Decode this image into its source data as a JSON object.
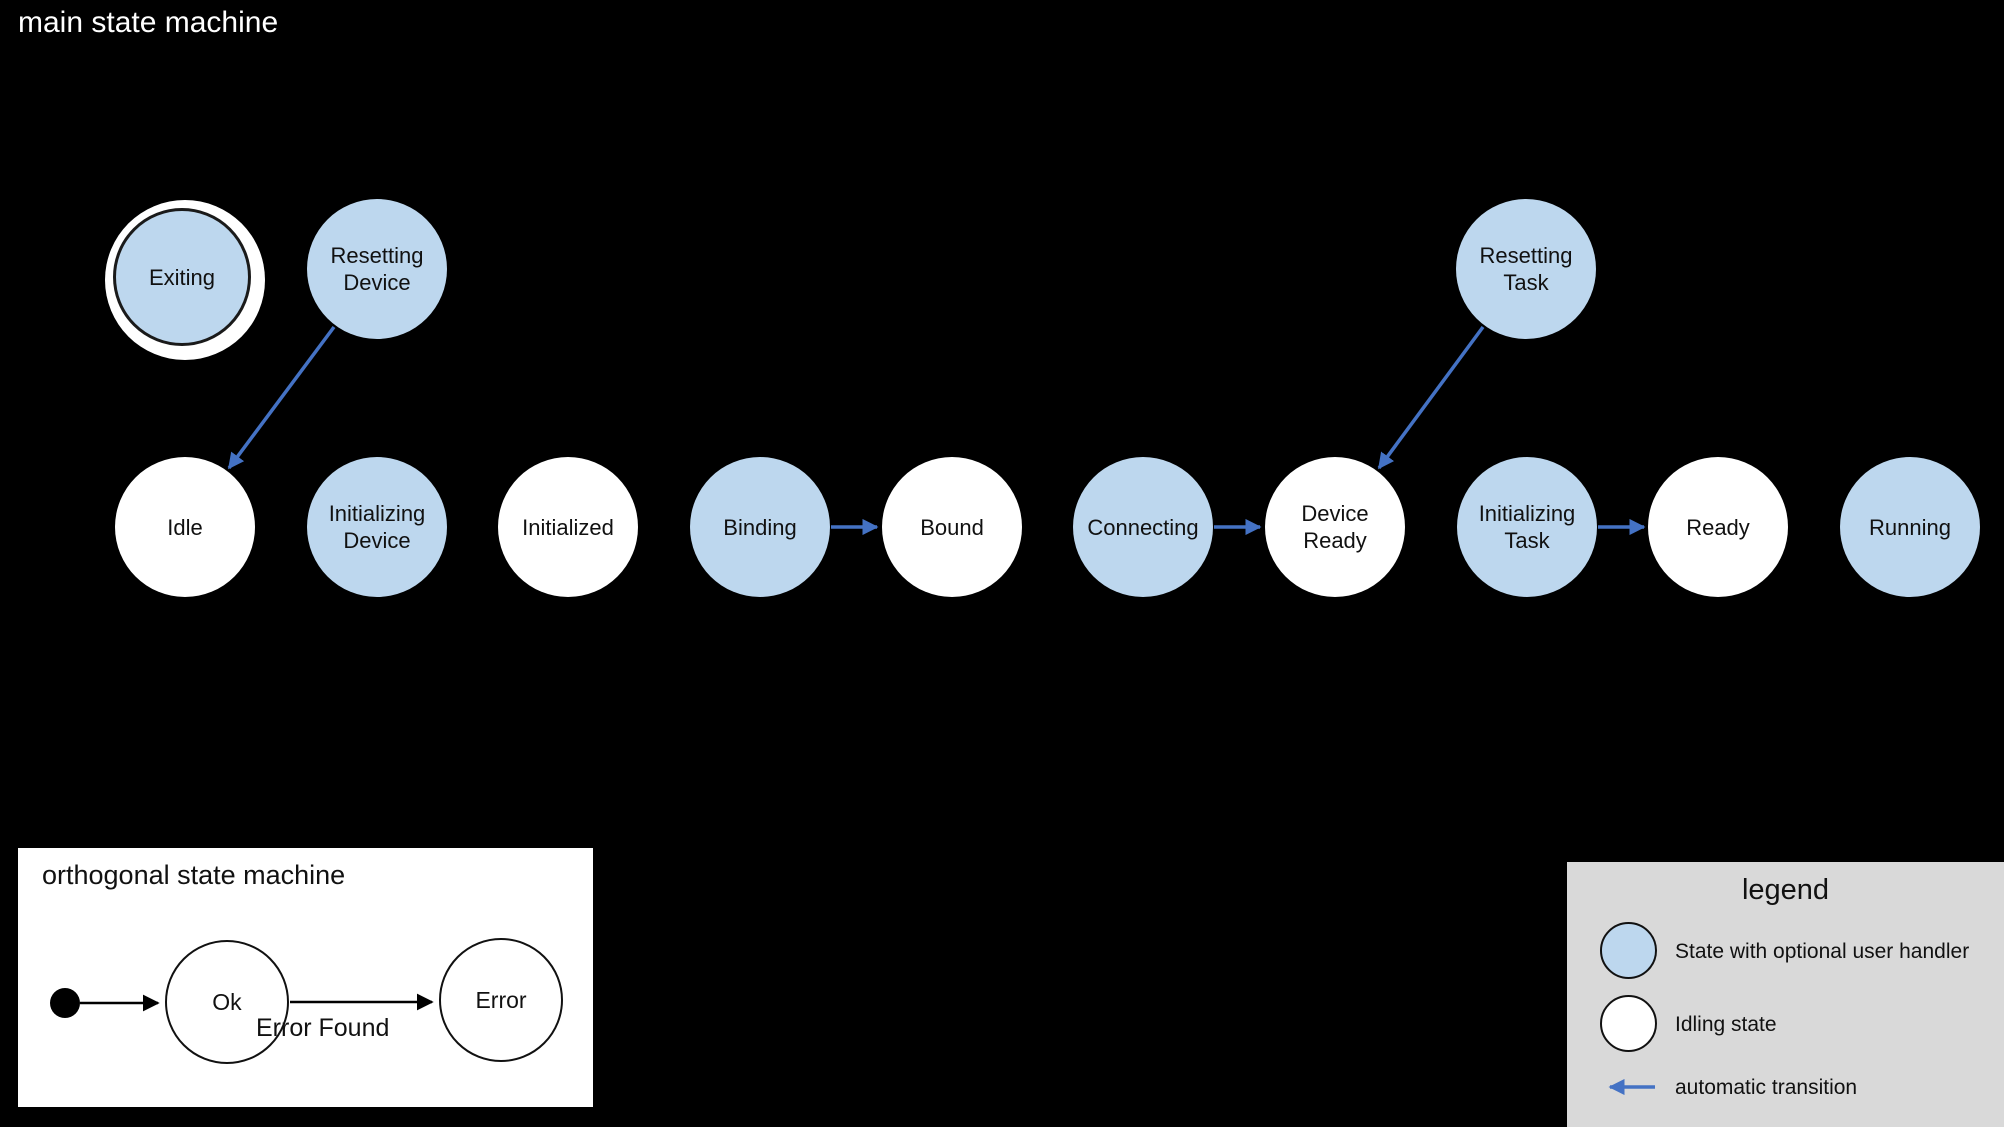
{
  "main": {
    "title": "main state machine",
    "states": [
      {
        "id": "exiting",
        "label": "Exiting",
        "kind": "handler",
        "final": true
      },
      {
        "id": "resetting-device",
        "label": "Resetting\nDevice",
        "kind": "handler"
      },
      {
        "id": "resetting-task",
        "label": "Resetting\nTask",
        "kind": "handler"
      },
      {
        "id": "idle",
        "label": "Idle",
        "kind": "idling"
      },
      {
        "id": "initializing-device",
        "label": "Initializing\nDevice",
        "kind": "handler"
      },
      {
        "id": "initialized",
        "label": "Initialized",
        "kind": "idling"
      },
      {
        "id": "binding",
        "label": "Binding",
        "kind": "handler"
      },
      {
        "id": "bound",
        "label": "Bound",
        "kind": "idling"
      },
      {
        "id": "connecting",
        "label": "Connecting",
        "kind": "handler"
      },
      {
        "id": "device-ready",
        "label": "Device\nReady",
        "kind": "idling"
      },
      {
        "id": "initializing-task",
        "label": "Initializing\nTask",
        "kind": "handler"
      },
      {
        "id": "ready",
        "label": "Ready",
        "kind": "idling"
      },
      {
        "id": "running",
        "label": "Running",
        "kind": "handler"
      }
    ],
    "transitions": [
      {
        "from": "Resetting Device",
        "to": "Idle",
        "type": "automatic"
      },
      {
        "from": "Binding",
        "to": "Bound",
        "type": "automatic"
      },
      {
        "from": "Connecting",
        "to": "Device Ready",
        "type": "automatic"
      },
      {
        "from": "Resetting Task",
        "to": "Device Ready",
        "type": "automatic"
      },
      {
        "from": "Initializing Task",
        "to": "Ready",
        "type": "automatic"
      }
    ]
  },
  "orthogonal": {
    "title": "orthogonal state machine",
    "states": [
      {
        "id": "ok",
        "label": "Ok"
      },
      {
        "id": "error",
        "label": "Error"
      }
    ],
    "transitions": [
      {
        "from": "initial",
        "to": "Ok",
        "label": ""
      },
      {
        "from": "Ok",
        "to": "Error",
        "label": "Error Found"
      }
    ],
    "transition_label": "Error Found"
  },
  "legend": {
    "title": "legend",
    "items": [
      {
        "symbol": "blue-circle",
        "label": "State with optional user handler"
      },
      {
        "symbol": "white-circle",
        "label": "Idling state"
      },
      {
        "symbol": "blue-arrow-left",
        "label": "automatic transition"
      }
    ]
  },
  "colors": {
    "background": "#000000",
    "handler_state_fill": "#bdd7ee",
    "idling_state_fill": "#ffffff",
    "automatic_transition": "#4472c4",
    "legend_background": "#d9d9d9",
    "text_dark": "#111111",
    "text_light": "#ffffff"
  }
}
